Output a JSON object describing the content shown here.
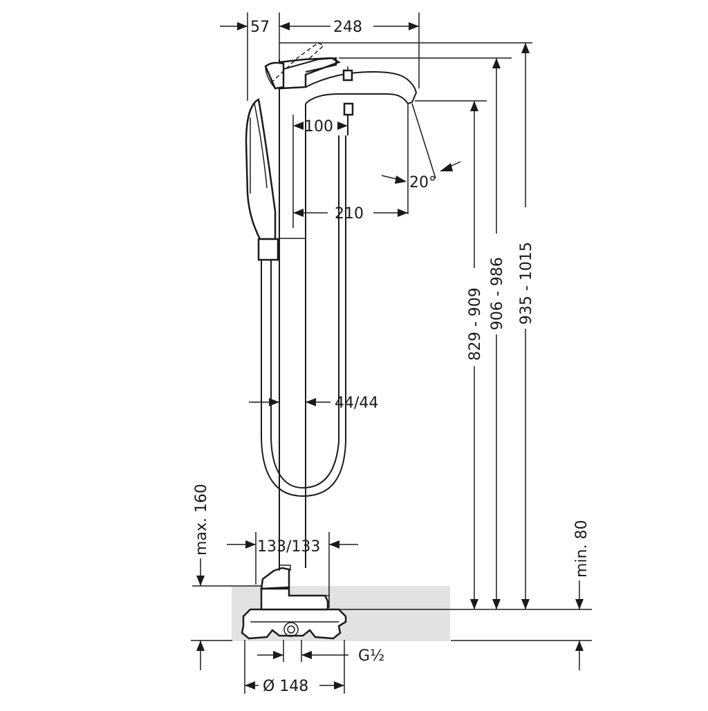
{
  "dimensions": {
    "d57": "57",
    "d248": "248",
    "d100": "100",
    "angle": "20°",
    "d210": "210",
    "d44": "44/44",
    "d829": "829 - 909",
    "d906": "906 - 986",
    "d935": "935 - 1015",
    "max160": "max. 160",
    "d133": "133/133",
    "min80": "min. 80",
    "g12": "G½",
    "dia148": "Ø 148"
  }
}
